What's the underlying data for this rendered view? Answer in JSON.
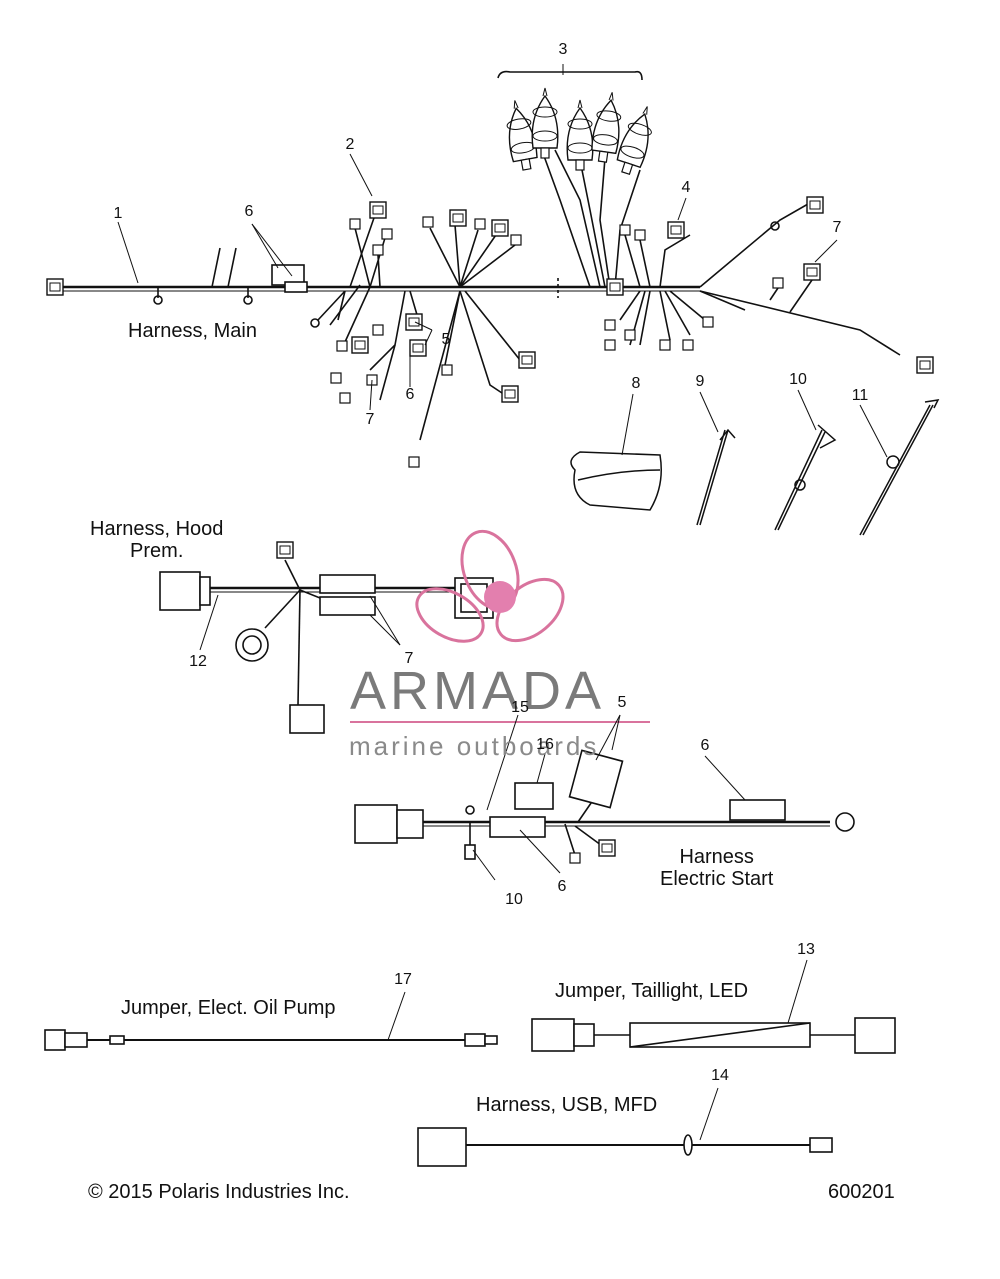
{
  "watermark": {
    "title": "ARMADA",
    "subtitle": "marine outboards",
    "accent": "#d9739d",
    "text_color": "#7a7a7a"
  },
  "labels": {
    "harness_main": "Harness, Main",
    "harness_hood_line1": "Harness, Hood",
    "harness_hood_line2": "Prem.",
    "harness_es_line1": "Harness",
    "harness_es_line2": "Electric Start",
    "jumper_oil_pump": "Jumper, Elect. Oil Pump",
    "jumper_taillight": "Jumper, Taillight, LED",
    "harness_usb": "Harness, USB, MFD"
  },
  "callouts": {
    "c1": "1",
    "c2": "2",
    "c3": "3",
    "c4": "4",
    "c5a": "5",
    "c5b": "5",
    "c6a": "6",
    "c6b": "6",
    "c6c": "6",
    "c6d": "6",
    "c7a": "7",
    "c7b": "7",
    "c7c": "7",
    "c8": "8",
    "c9": "9",
    "c10a": "10",
    "c10b": "10",
    "c11": "11",
    "c12": "12",
    "c13": "13",
    "c14": "14",
    "c15": "15",
    "c16": "16",
    "c17": "17"
  },
  "footer": {
    "copyright": "© 2015 Polaris Industries Inc.",
    "diagram_id": "600201"
  }
}
